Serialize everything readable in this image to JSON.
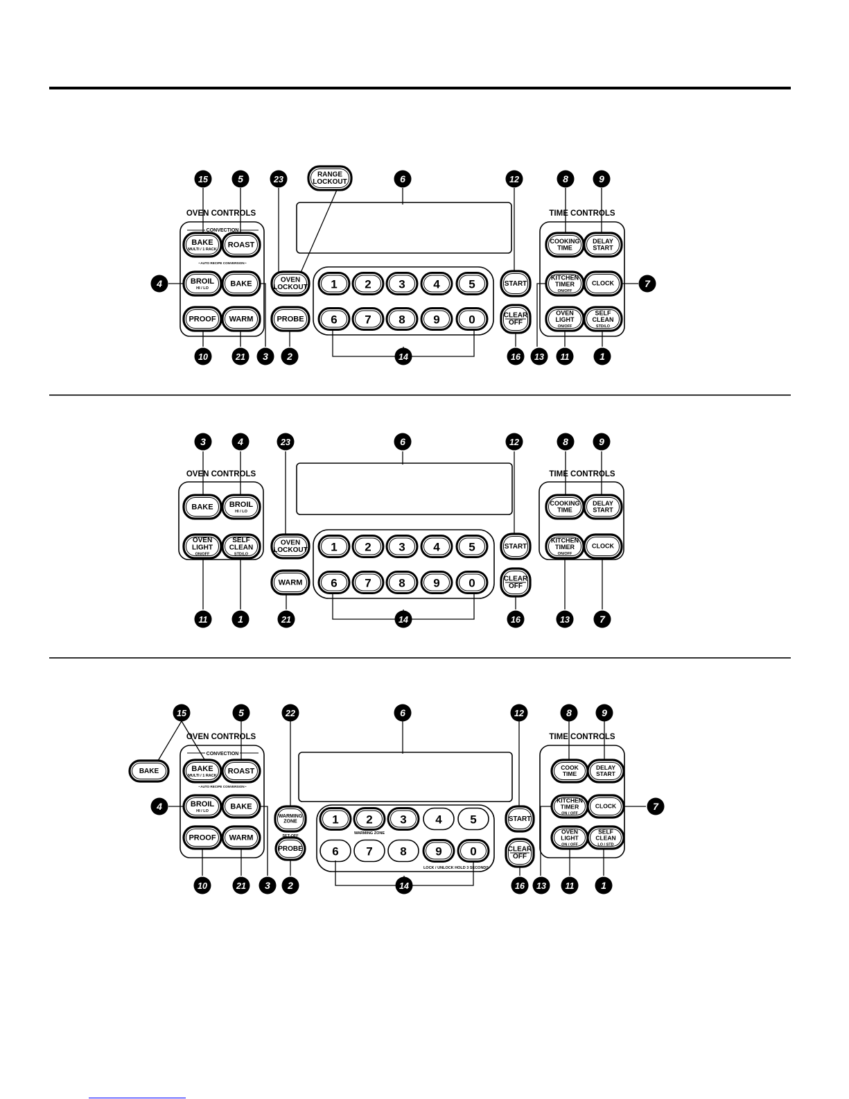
{
  "panels": [
    {
      "oven_controls_title": "OVEN CONTROLS",
      "time_controls_title": "TIME CONTROLS",
      "convection_label": "CONVECTION",
      "auto_recipe_label": "• AUTO RECIPE CONVERSION •",
      "oven_buttons": [
        {
          "name": "convection-bake-button",
          "label": "BAKE",
          "sub": "MULTI / 1 RACK"
        },
        {
          "name": "convection-roast-button",
          "label": "ROAST",
          "sub": ""
        },
        {
          "name": "broil-button",
          "label": "BROIL",
          "sub": "HI / LO"
        },
        {
          "name": "bake-button",
          "label": "BAKE",
          "sub": ""
        },
        {
          "name": "proof-button",
          "label": "PROOF",
          "sub": ""
        },
        {
          "name": "warm-button",
          "label": "WARM",
          "sub": ""
        }
      ],
      "middle_buttons": [
        {
          "name": "range-lockout-button",
          "label": "RANGE\nLOCKOUT",
          "sub": ""
        },
        {
          "name": "oven-lockout-button",
          "label": "OVEN\nLOCKOUT",
          "sub": ""
        },
        {
          "name": "probe-button",
          "label": "PROBE",
          "sub": ""
        }
      ],
      "keypad": [
        "1",
        "2",
        "3",
        "4",
        "5",
        "6",
        "7",
        "8",
        "9",
        "0"
      ],
      "right_buttons": [
        {
          "name": "start-button",
          "label": "START",
          "sub": ""
        },
        {
          "name": "clear-off-button",
          "label": "CLEAR\nOFF",
          "sub": ""
        }
      ],
      "time_buttons": [
        {
          "name": "cooking-time-button",
          "label": "COOKING\nTIME",
          "sub": ""
        },
        {
          "name": "delay-start-button",
          "label": "DELAY\nSTART",
          "sub": ""
        },
        {
          "name": "kitchen-timer-button",
          "label": "KITCHEN\nTIMER",
          "sub": "ON/OFF"
        },
        {
          "name": "clock-button",
          "label": "CLOCK",
          "sub": ""
        },
        {
          "name": "oven-light-button",
          "label": "OVEN\nLIGHT",
          "sub": "ON/OFF"
        },
        {
          "name": "self-clean-button",
          "label": "SELF\nCLEAN",
          "sub": "STD/LO"
        }
      ],
      "callouts": [
        "15",
        "5",
        "23",
        "6",
        "12",
        "8",
        "9",
        "4",
        "7",
        "10",
        "21",
        "3",
        "2",
        "14",
        "16",
        "13",
        "11",
        "1"
      ]
    },
    {
      "oven_controls_title": "OVEN CONTROLS",
      "time_controls_title": "TIME CONTROLS",
      "oven_buttons": [
        {
          "name": "bake-button",
          "label": "BAKE",
          "sub": ""
        },
        {
          "name": "broil-button",
          "label": "BROIL",
          "sub": "HI / LO"
        },
        {
          "name": "oven-light-button",
          "label": "OVEN\nLIGHT",
          "sub": "ON/OFF"
        },
        {
          "name": "self-clean-button",
          "label": "SELF\nCLEAN",
          "sub": "STD/LO"
        }
      ],
      "middle_buttons": [
        {
          "name": "oven-lockout-button",
          "label": "OVEN\nLOCKOUT",
          "sub": ""
        },
        {
          "name": "warm-button",
          "label": "WARM",
          "sub": ""
        }
      ],
      "keypad": [
        "1",
        "2",
        "3",
        "4",
        "5",
        "6",
        "7",
        "8",
        "9",
        "0"
      ],
      "right_buttons": [
        {
          "name": "start-button",
          "label": "START",
          "sub": ""
        },
        {
          "name": "clear-off-button",
          "label": "CLEAR\nOFF",
          "sub": ""
        }
      ],
      "time_buttons": [
        {
          "name": "cooking-time-button",
          "label": "COOKING\nTIME",
          "sub": ""
        },
        {
          "name": "delay-start-button",
          "label": "DELAY\nSTART",
          "sub": ""
        },
        {
          "name": "kitchen-timer-button",
          "label": "KITCHEN\nTIMER",
          "sub": "ON/OFF"
        },
        {
          "name": "clock-button",
          "label": "CLOCK",
          "sub": ""
        }
      ],
      "callouts": [
        "3",
        "4",
        "23",
        "6",
        "12",
        "8",
        "9",
        "11",
        "1",
        "21",
        "14",
        "16",
        "13",
        "7"
      ]
    },
    {
      "oven_controls_title": "OVEN CONTROLS",
      "time_controls_title": "TIME CONTROLS",
      "convection_label": "CONVECTION",
      "auto_recipe_label": "• AUTO RECIPE CONVERSION •",
      "outside_bake": {
        "name": "outside-bake-button",
        "label": "BAKE",
        "sub": ""
      },
      "oven_buttons": [
        {
          "name": "convection-bake-button",
          "label": "BAKE",
          "sub": "MULTI / 1 RACK"
        },
        {
          "name": "convection-roast-button",
          "label": "ROAST",
          "sub": ""
        },
        {
          "name": "broil-button",
          "label": "BROIL",
          "sub": "HI / LO"
        },
        {
          "name": "bake-button",
          "label": "BAKE",
          "sub": ""
        },
        {
          "name": "proof-button",
          "label": "PROOF",
          "sub": ""
        },
        {
          "name": "warm-button",
          "label": "WARM",
          "sub": ""
        }
      ],
      "middle_buttons": [
        {
          "name": "warming-zone-button",
          "label": "WARMING\nZONE",
          "sub": ""
        },
        {
          "name": "probe-button",
          "label": "PROBE",
          "sub": ""
        }
      ],
      "set_off_label": "SET-OFF",
      "warming_zone_label": "WARMING ZONE",
      "lock_label": "LOCK / UNLOCK  HOLD 3 SECONDS",
      "keypad": [
        "1",
        "2",
        "3",
        "4",
        "5",
        "6",
        "7",
        "8",
        "9",
        "0"
      ],
      "right_buttons": [
        {
          "name": "start-button",
          "label": "START",
          "sub": ""
        },
        {
          "name": "clear-off-button",
          "label": "CLEAR\nOFF",
          "sub": ""
        }
      ],
      "time_buttons": [
        {
          "name": "cook-time-button",
          "label": "COOK\nTIME",
          "sub": ""
        },
        {
          "name": "delay-start-button",
          "label": "DELAY\nSTART",
          "sub": ""
        },
        {
          "name": "kitchen-timer-button",
          "label": "KITCHEN\nTIMER",
          "sub": "ON / OFF"
        },
        {
          "name": "clock-button",
          "label": "CLOCK",
          "sub": ""
        },
        {
          "name": "oven-light-button",
          "label": "OVEN\nLIGHT",
          "sub": "ON / OFF"
        },
        {
          "name": "self-clean-button",
          "label": "SELF\nCLEAN",
          "sub": "LO / STD"
        }
      ],
      "callouts": [
        "15",
        "5",
        "22",
        "6",
        "12",
        "8",
        "9",
        "4",
        "7",
        "10",
        "21",
        "3",
        "2",
        "14",
        "16",
        "13",
        "11",
        "1"
      ]
    }
  ]
}
